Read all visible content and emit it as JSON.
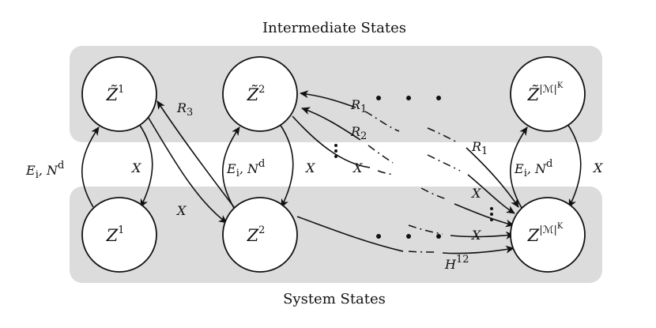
{
  "title_top": "Intermediate States",
  "title_bottom": "System States",
  "nodes": {
    "z1_tilde": {
      "base": "Z̃",
      "sup": "1"
    },
    "z2_tilde": {
      "base": "Z̃",
      "sup": "2"
    },
    "zm_tilde": {
      "base": "Z̃",
      "sup": "|ℳ|",
      "supsup": "K"
    },
    "z1": {
      "base": "Z",
      "sup": "1"
    },
    "z2": {
      "base": "Z",
      "sup": "2"
    },
    "zm": {
      "base": "Z",
      "sup": "|ℳ|",
      "supsup": "K"
    }
  },
  "labels": {
    "e1": {
      "base": "E",
      "sub": "i",
      "rest": ", N",
      "sup": "d"
    },
    "x1": "X",
    "r3": {
      "base": "R",
      "sub": "3"
    },
    "x_cross": "X",
    "e2": {
      "base": "E",
      "sub": "i",
      "rest": ", N",
      "sup": "d"
    },
    "x2": "X",
    "r1a": {
      "base": "R",
      "sub": "1"
    },
    "r2": {
      "base": "R",
      "sub": "2"
    },
    "x3": "X",
    "r1b": {
      "base": "R",
      "sub": "1"
    },
    "x4": "X",
    "x5": "X",
    "h12": {
      "base": "H",
      "sup": "12"
    },
    "e3": {
      "base": "E",
      "sub": "i",
      "rest": ", N",
      "sup": "d"
    },
    "x6": "X"
  }
}
